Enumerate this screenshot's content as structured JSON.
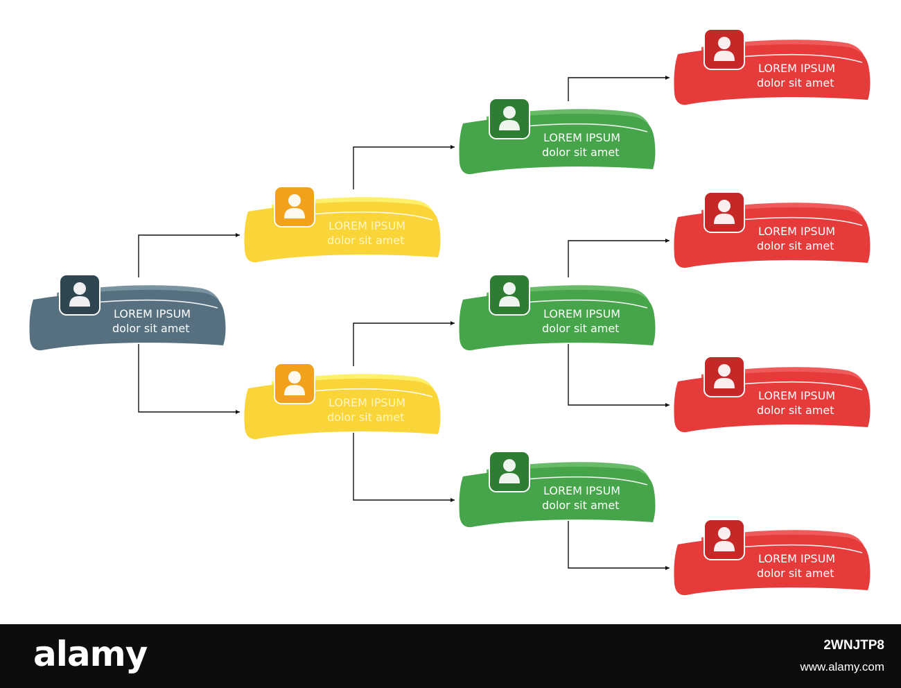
{
  "diagram": {
    "type": "hierarchy",
    "colors": {
      "root": "#56707f",
      "level1": "#f9d53a",
      "level2": "#46a54a",
      "level3": "#e63b3b",
      "connector": "#111111"
    },
    "nodes": [
      {
        "id": "root",
        "level": "root",
        "title": "LOREM IPSUM",
        "subtitle": "dolor sit amet",
        "icon": "person-icon"
      },
      {
        "id": "y1",
        "level": "level1",
        "title": "LOREM IPSUM",
        "subtitle": "dolor sit amet",
        "icon": "person-icon"
      },
      {
        "id": "y2",
        "level": "level1",
        "title": "LOREM IPSUM",
        "subtitle": "dolor sit amet",
        "icon": "person-icon"
      },
      {
        "id": "g1",
        "level": "level2",
        "title": "LOREM IPSUM",
        "subtitle": "dolor sit amet",
        "icon": "person-icon"
      },
      {
        "id": "g2",
        "level": "level2",
        "title": "LOREM IPSUM",
        "subtitle": "dolor sit amet",
        "icon": "person-icon"
      },
      {
        "id": "g3",
        "level": "level2",
        "title": "LOREM IPSUM",
        "subtitle": "dolor sit amet",
        "icon": "person-icon"
      },
      {
        "id": "r1",
        "level": "level3",
        "title": "LOREM IPSUM",
        "subtitle": "dolor sit amet",
        "icon": "person-icon"
      },
      {
        "id": "r2",
        "level": "level3",
        "title": "LOREM IPSUM",
        "subtitle": "dolor sit amet",
        "icon": "person-icon"
      },
      {
        "id": "r3",
        "level": "level3",
        "title": "LOREM IPSUM",
        "subtitle": "dolor sit amet",
        "icon": "person-icon"
      },
      {
        "id": "r4",
        "level": "level3",
        "title": "LOREM IPSUM",
        "subtitle": "dolor sit amet",
        "icon": "person-icon"
      }
    ],
    "edges": [
      {
        "from": "root",
        "to": "y1"
      },
      {
        "from": "root",
        "to": "y2"
      },
      {
        "from": "y1",
        "to": "g1"
      },
      {
        "from": "y2",
        "to": "g2"
      },
      {
        "from": "y2",
        "to": "g3"
      },
      {
        "from": "g1",
        "to": "r1"
      },
      {
        "from": "g2",
        "to": "r2"
      },
      {
        "from": "g2",
        "to": "r3"
      },
      {
        "from": "g3",
        "to": "r4"
      }
    ]
  },
  "footer": {
    "brand": "alamy",
    "image_id": "2WNJTP8",
    "site": "www.alamy.com"
  }
}
